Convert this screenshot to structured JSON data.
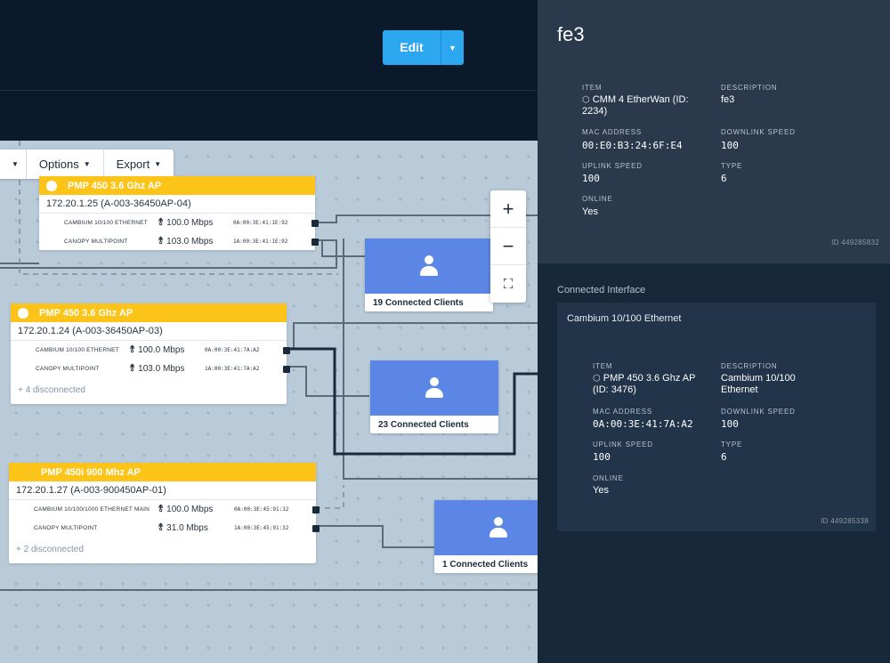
{
  "header": {
    "edit_label": "Edit"
  },
  "toolbar": {
    "options_label": "Options",
    "export_label": "Export"
  },
  "devices": [
    {
      "title": "PMP 450 3.6 Ghz AP",
      "ip": "172.20.1.25 (A-003-36450AP-04)",
      "ports": [
        {
          "name": "CAMBIUM 10/100 ETHERNET",
          "speed": "100.0 Mbps",
          "mac": "0A:00:3E:41:1E:92"
        },
        {
          "name": "CANOPY MULTIPOINT",
          "speed": "103.0 Mbps",
          "mac": "1A:00:3E:41:1E:92"
        }
      ]
    },
    {
      "title": "PMP 450 3.6 Ghz AP",
      "ip": "172.20.1.24 (A-003-36450AP-03)",
      "ports": [
        {
          "name": "CAMBIUM 10/100 ETHERNET",
          "speed": "100.0 Mbps",
          "mac": "0A:00:3E:41:7A:A2"
        },
        {
          "name": "CANOPY MULTIPOINT",
          "speed": "103.0 Mbps",
          "mac": "1A:00:3E:41:7A:A2"
        }
      ],
      "disconnected": "+ 4 disconnected"
    },
    {
      "title": "PMP 450i 900 Mhz AP",
      "ip": "172.20.1.27 (A-003-900450AP-01)",
      "ports": [
        {
          "name": "CAMBIUM 10/100/1000 ETHERNET MAIN",
          "speed": "100.0 Mbps",
          "mac": "0A:00:3E:45:91:32"
        },
        {
          "name": "CANOPY MULTIPOINT",
          "speed": "31.0 Mbps",
          "mac": "1A:00:3E:45:91:32"
        }
      ],
      "disconnected": "+ 2 disconnected"
    }
  ],
  "clients": [
    {
      "label": "19 Connected Clients"
    },
    {
      "label": "23 Connected Clients"
    },
    {
      "label": "1 Connected Clients"
    }
  ],
  "zoom": {
    "in": "+",
    "out": "−",
    "fit": "⛶"
  },
  "panel": {
    "title": "fe3",
    "labels": {
      "item": "ITEM",
      "description": "DESCRIPTION",
      "mac": "MAC ADDRESS",
      "downlink": "DOWNLINK SPEED",
      "uplink": "UPLINK SPEED",
      "type": "TYPE",
      "online": "ONLINE"
    },
    "item": "CMM 4 EtherWan (ID: 2234)",
    "description": "fe3",
    "mac": "00:E0:B3:24:6F:E4",
    "downlink": "100",
    "uplink": "100",
    "type": "6",
    "online": "Yes",
    "id": "ID 449285832"
  },
  "connected": {
    "section_title": "Connected Interface",
    "title": "Cambium 10/100 Ethernet",
    "item": "PMP 450 3.6 Ghz AP (ID: 3476)",
    "description": "Cambium 10/100 Ethernet",
    "mac": "0A:00:3E:41:7A:A2",
    "downlink": "100",
    "uplink": "100",
    "type": "6",
    "online": "Yes",
    "id": "ID 449285338"
  }
}
